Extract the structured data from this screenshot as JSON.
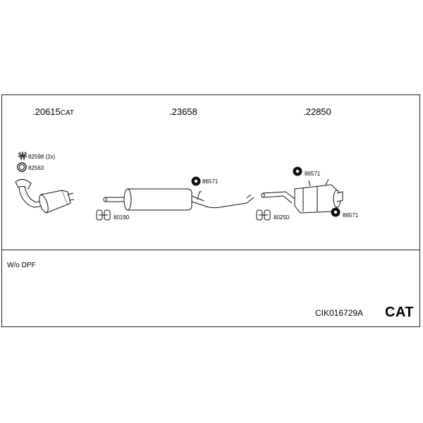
{
  "parts": {
    "front": {
      "number": ".20615",
      "suffix": "CAT"
    },
    "middle": {
      "number": ".23658"
    },
    "rear": {
      "number": ".22850"
    }
  },
  "labels": {
    "clamp_front": "82598 (2x)",
    "gasket": "82563",
    "rubber_mount_mid": "86571",
    "clamp_mid": "80190",
    "rubber_mount_rear_top": "86571",
    "clamp_rear": "80250",
    "rubber_mount_rear_bottom": "86571"
  },
  "note": "W/o DPF",
  "kit_code": "CIK016729A",
  "badge": "CAT"
}
